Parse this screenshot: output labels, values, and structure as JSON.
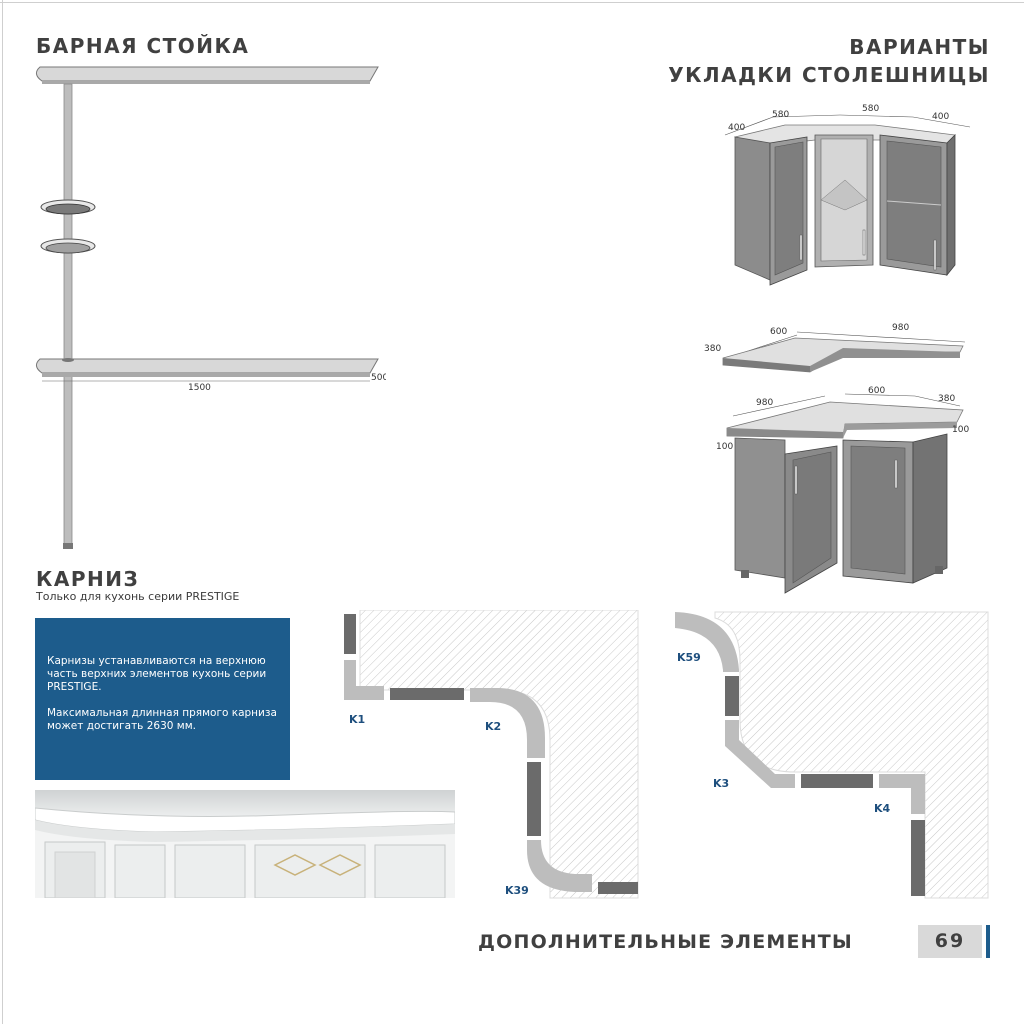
{
  "bar": {
    "title": "БАРНАЯ СТОЙКА",
    "dim_length": "1500",
    "dim_depth": "500"
  },
  "variants": {
    "title_line1": "ВАРИАНТЫ",
    "title_line2": "УКЛАДКИ СТОЛЕШНИЦЫ",
    "top_dims": [
      "400",
      "580",
      "580",
      "400"
    ],
    "slab_dims": [
      "600",
      "980",
      "380"
    ],
    "bottom_dims": [
      "980",
      "600",
      "380",
      "100",
      "100"
    ]
  },
  "cornice": {
    "title": "КАРНИЗ",
    "subtitle": "Только для кухонь серии PRESTIGE",
    "info_p1": "Карнизы устанавливаются на верхнюю часть верхних элементов кухонь серии PRESTIGE.",
    "info_p2": "Максимальная длинная прямого карниза может достигать 2630 мм.",
    "labels": [
      "K1",
      "K2",
      "K39",
      "K59",
      "K3",
      "K4"
    ]
  },
  "footer": {
    "title": "ДОПОЛНИТЕЛЬНЫЕ ЭЛЕМЕНТЫ",
    "page": "69"
  },
  "colors": {
    "accent_blue": "#1d5c8c",
    "dark_gray": "#6b6b6b",
    "light_gray": "#bdbdbd"
  }
}
